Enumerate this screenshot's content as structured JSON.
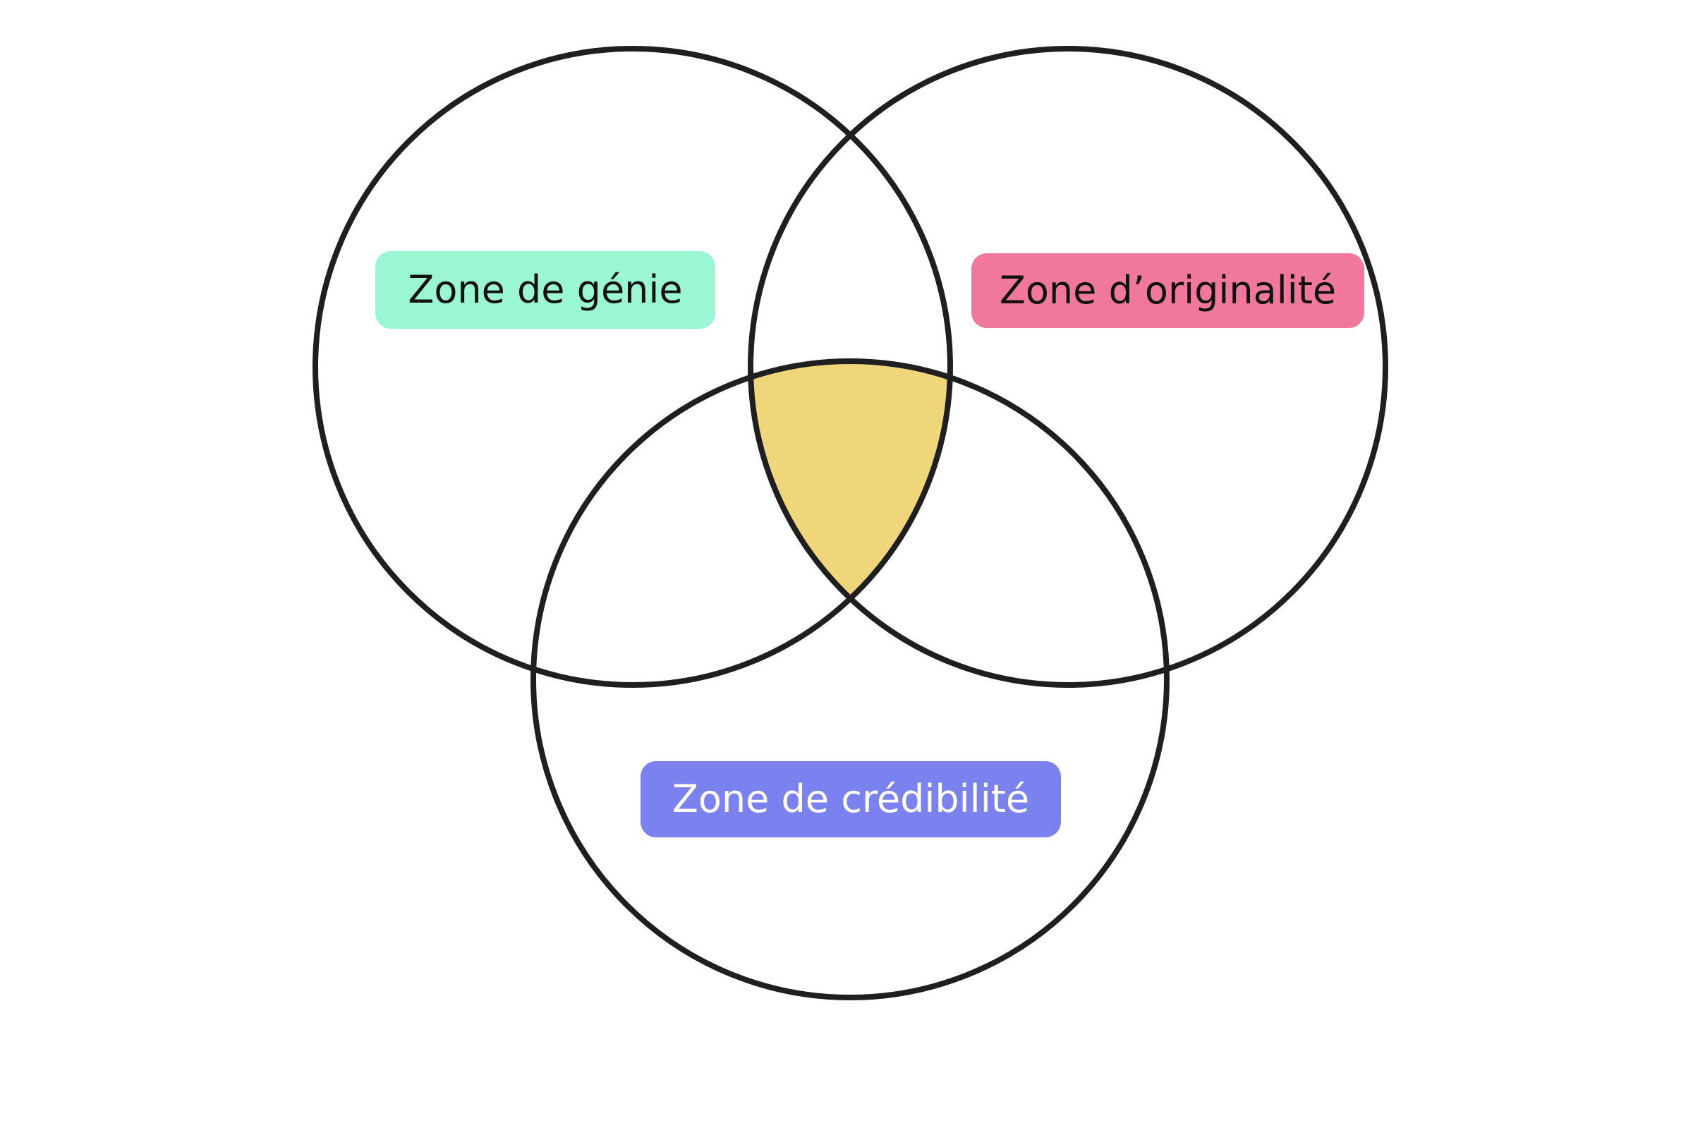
{
  "diagram": {
    "type": "venn",
    "stroke_color": "#1f1f1f",
    "center_fill_color": "#f0d67b",
    "background_color": "#ffffff",
    "sets": [
      {
        "id": "genie",
        "label": "Zone de génie",
        "label_bg_color": "#9bf7d3",
        "label_text_color": "#111111"
      },
      {
        "id": "originalite",
        "label": "Zone d’originalité",
        "label_bg_color": "#f0789c",
        "label_text_color": "#111111"
      },
      {
        "id": "credibilite",
        "label": "Zone de crédibilité",
        "label_bg_color": "#7b82f0",
        "label_text_color": "#ffffff"
      }
    ],
    "highlighted_region": "genie ∩ originalite ∩ credibilite"
  }
}
